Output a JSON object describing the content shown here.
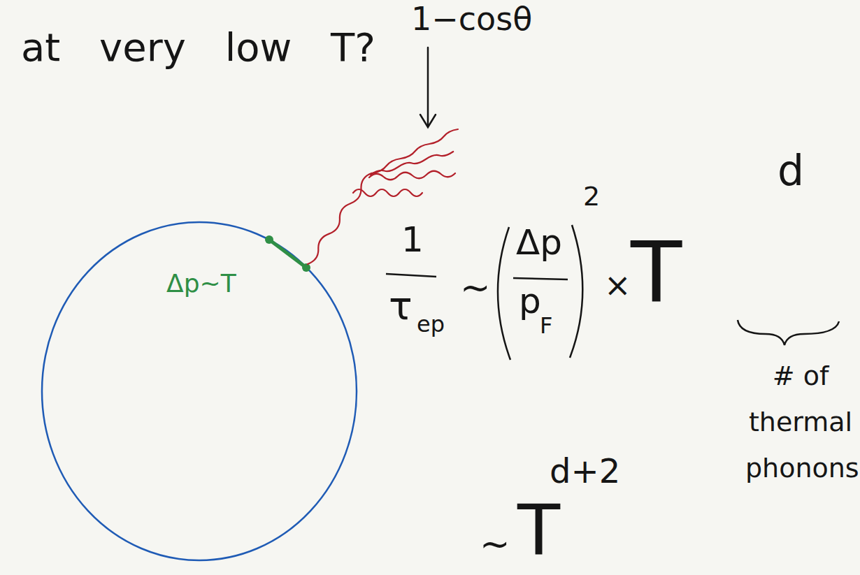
{
  "diagram": {
    "labels": [
      "at very low T?",
      "1−cosθ",
      "1",
      "τ",
      "ep",
      "~",
      "Δp",
      "p",
      "F",
      "2",
      "×",
      "T",
      "d",
      "# of thermal phonons",
      "~",
      "T",
      "d+2",
      "Δp~T"
    ]
  }
}
